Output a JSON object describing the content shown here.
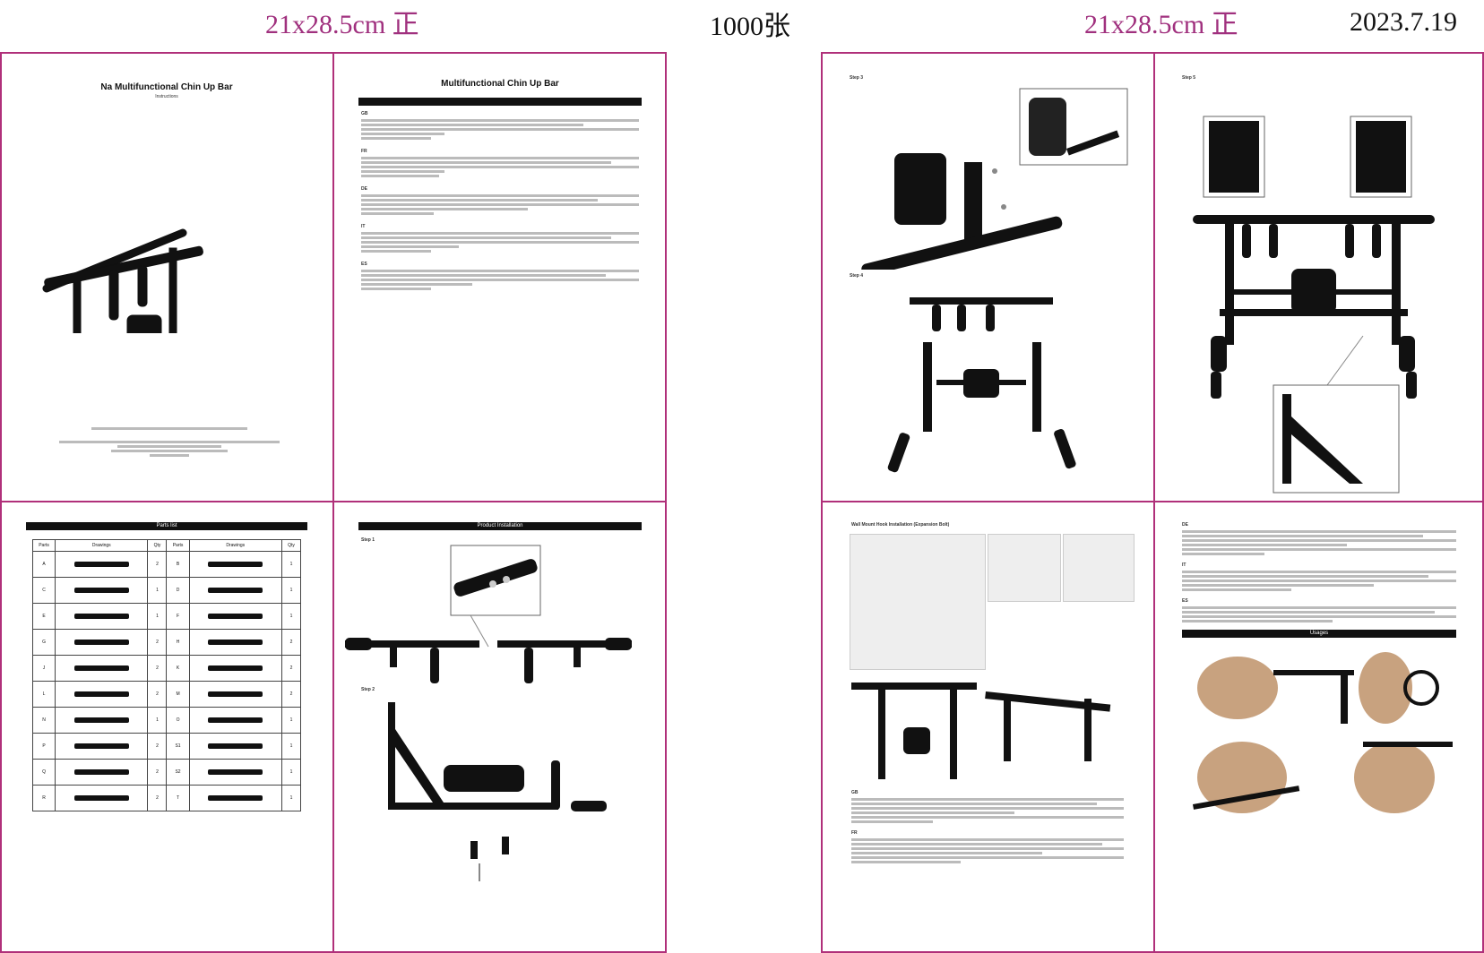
{
  "header": {
    "left_size": "21x28.5cm 正",
    "quantity": "1000张",
    "right_size": "21x28.5cm 正",
    "date": "2023.7.19"
  },
  "page1": {
    "title": "Na Multifunctional Chin Up Bar",
    "subtitle": "Instructions"
  },
  "page2": {
    "title": "Multifunctional Chin Up Bar",
    "languages": [
      "GB",
      "FR",
      "DE",
      "IT",
      "ES"
    ]
  },
  "page3": {
    "title": "Parts list",
    "columns": [
      "Parts",
      "Drawings",
      "Qty",
      "Parts",
      "Drawings",
      "Qty"
    ],
    "rows": [
      [
        "A",
        "2",
        "B",
        "1"
      ],
      [
        "C",
        "1",
        "D",
        "1"
      ],
      [
        "E",
        "1",
        "F",
        "1"
      ],
      [
        "G",
        "2",
        "H",
        "2"
      ],
      [
        "J",
        "2",
        "K",
        "2"
      ],
      [
        "L",
        "2",
        "M",
        "2"
      ],
      [
        "N",
        "1",
        "O",
        "1"
      ],
      [
        "P",
        "2",
        "S1",
        "1"
      ],
      [
        "Q",
        "2",
        "S2",
        "1"
      ],
      [
        "R",
        "2",
        "T",
        "1"
      ]
    ]
  },
  "page4": {
    "title": "Product Installation",
    "step1": "Step 1",
    "step2": "Step 2"
  },
  "page5": {
    "step3": "Step 3",
    "step4": "Step 4"
  },
  "page6": {
    "step5": "Step 5"
  },
  "page7": {
    "title": "Wall Mount Hook Installation (Expansion Bolt)",
    "sections": [
      "GB",
      "FR"
    ]
  },
  "page8": {
    "sections": [
      "DE",
      "IT",
      "ES"
    ],
    "usages": "Usages"
  },
  "colors": {
    "pink": "#a0307e",
    "frame": "#b0307a",
    "black": "#111111"
  }
}
